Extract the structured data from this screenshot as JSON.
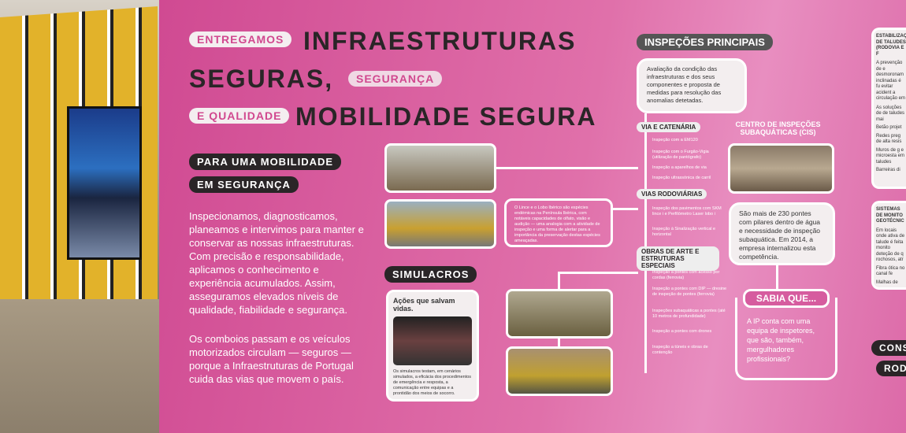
{
  "headline": {
    "pill1": "ENTREGAMOS",
    "big1": "INFRAESTRUTURAS",
    "big2": "SEGURAS,",
    "pill2": "SEGURANÇA",
    "pill3": "E QUALIDADE",
    "big3": "MOBILIDADE SEGURA"
  },
  "section": {
    "title1": "PARA UMA MOBILIDADE",
    "title2": "EM SEGURANÇA",
    "p1": "Inspecionamos, diagnosticamos, planeamos e intervimos para manter e conservar as nossas infraestruturas. Com precisão e responsabilidade, aplicamos o conhecimento e experiência acumulados. Assim, asseguramos elevados níveis de qualidade, fiabilidade e segurança.",
    "p2": "Os comboios passam e os veículos motorizados circulam — seguros — porque a Infraestruturas de Portugal cuida das vias que movem o país."
  },
  "simulacros": {
    "title": "SIMULACROS",
    "card_title": "Ações que salvam vidas.",
    "card_text": "Os simulacros testam, em cenários simulados, a eficácia dos procedimentos de emergência e resposta, a comunicação entre equipas e a prontidão dos meios de socorro."
  },
  "lince": "O Lince e o Lobo Ibérico são espécies endémicas na Península Ibérica, com notáveis capacidades de olfato, visão e audição — uma analogia com a atividade de inspeção e uma forma de alertar para a importância da preservação destas espécies ameaçadas.",
  "inspecoes": {
    "title": "INSPEÇÕES PRINCIPAIS",
    "intro": "Avaliação da condição das infraestruturas e dos seus componentes e proposta de medidas para resolução das anomalias detetadas.",
    "groups": [
      {
        "title": "VIA E CATENÁRIA",
        "items": [
          "Inspeção com a EM120",
          "Inspeção com o Furgão-Vigia (utilização de pantógrafo)",
          "Inspeção a aparelhos de via",
          "Inspeção ultrassónica de carril"
        ]
      },
      {
        "title": "VIAS RODOVIÁRIAS",
        "items": [
          "Inspeção dos pavimentos com SKM lince i e Perfilómetro Laser lobo i",
          "Inspeção à Sinalização vertical e horizontal"
        ]
      },
      {
        "title": "OBRAS DE ARTE E ESTRUTURAS ESPECIAIS",
        "items": [
          "Inspeção a pontes com acesso por cordas (ferrovia)",
          "Inspeção a pontes com DIP — dresine de inspeção de pontes (ferrovia)",
          "Inspeções subaquáticas a pontes (até 10 metros de profundidade)",
          "Inspeção a pontes com drones",
          "Inspeção a túneis e obras de contenção"
        ]
      }
    ]
  },
  "cis": {
    "title": "CENTRO DE INSPEÇÕES SUBAQUÁTICAS (CIS)",
    "text": "São mais de 230 pontes com pilares dentro de água e necessidade de inspeção subaquática. Em 2014, a empresa internalizou esta competência."
  },
  "sabia": {
    "title": "SABIA QUE...",
    "text": "A IP conta com uma equipa de inspetores, que são, também, mergulhadores profissionais?"
  },
  "right": {
    "card1_title": "ESTABILIZAÇ DE TALUDES (RODOVIA E F",
    "card1_text": "A prevenção de e desmoronam inclinadas é fu evitar acident a circulação em",
    "card1_text2": "As soluções de de taludes mai",
    "card1_items": [
      "Betão projet",
      "Redes preg de alta resis",
      "Muros de g e microesta em taludes",
      "Barreiras di"
    ],
    "card2_title": "SISTEMAS DE MONITO GEOTÉCNIC",
    "card2_text": "Em locais onde ativa de talude é feita monito deteção de q rochosos, atr",
    "card2_items": [
      "Fibra ótica no canal fe",
      "Malhas de"
    ],
    "tag1": "CONSE",
    "tag2": "RODO"
  },
  "colors": {
    "wall": "#d9559c",
    "dark": "#2a2527",
    "pill": "#f4eef0"
  }
}
